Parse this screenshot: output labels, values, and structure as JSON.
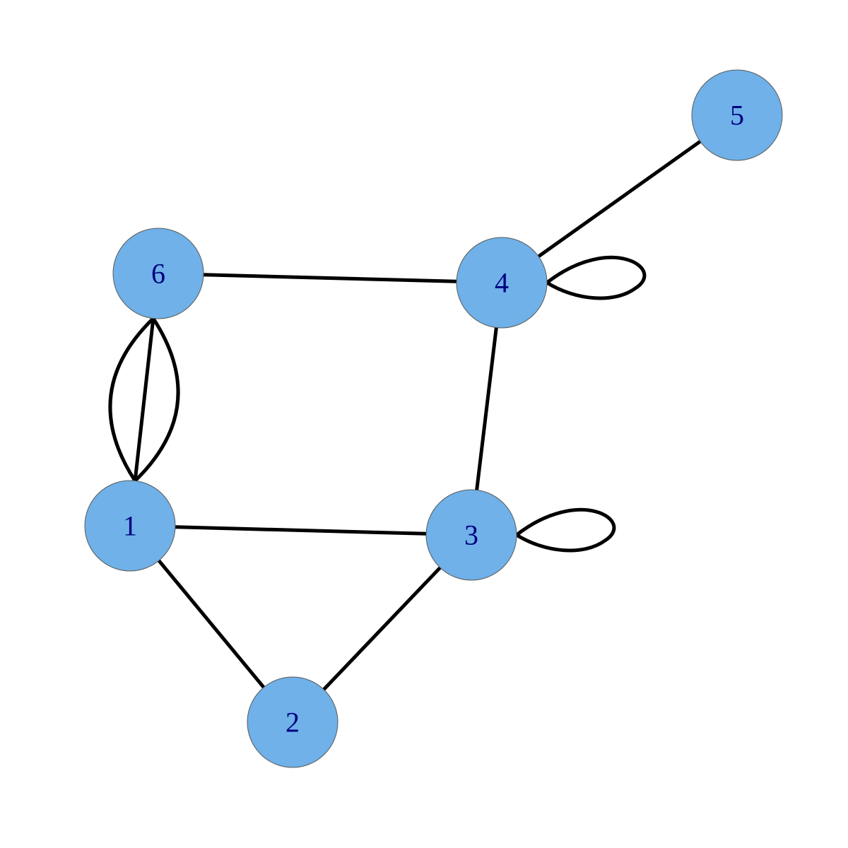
{
  "graph": {
    "nodes": [
      {
        "id": "1",
        "label": "1"
      },
      {
        "id": "2",
        "label": "2"
      },
      {
        "id": "3",
        "label": "3"
      },
      {
        "id": "4",
        "label": "4"
      },
      {
        "id": "5",
        "label": "5"
      },
      {
        "id": "6",
        "label": "6"
      }
    ],
    "edges": [
      {
        "source": "6",
        "target": "4"
      },
      {
        "source": "4",
        "target": "5"
      },
      {
        "source": "4",
        "target": "4"
      },
      {
        "source": "4",
        "target": "3"
      },
      {
        "source": "6",
        "target": "1"
      },
      {
        "source": "6",
        "target": "1"
      },
      {
        "source": "6",
        "target": "1"
      },
      {
        "source": "1",
        "target": "3"
      },
      {
        "source": "3",
        "target": "3"
      },
      {
        "source": "1",
        "target": "2"
      },
      {
        "source": "2",
        "target": "3"
      }
    ],
    "colors": {
      "node_fill": "#6fb1e8",
      "node_label": "#000080",
      "edge": "#000000",
      "background": "#ffffff"
    }
  }
}
